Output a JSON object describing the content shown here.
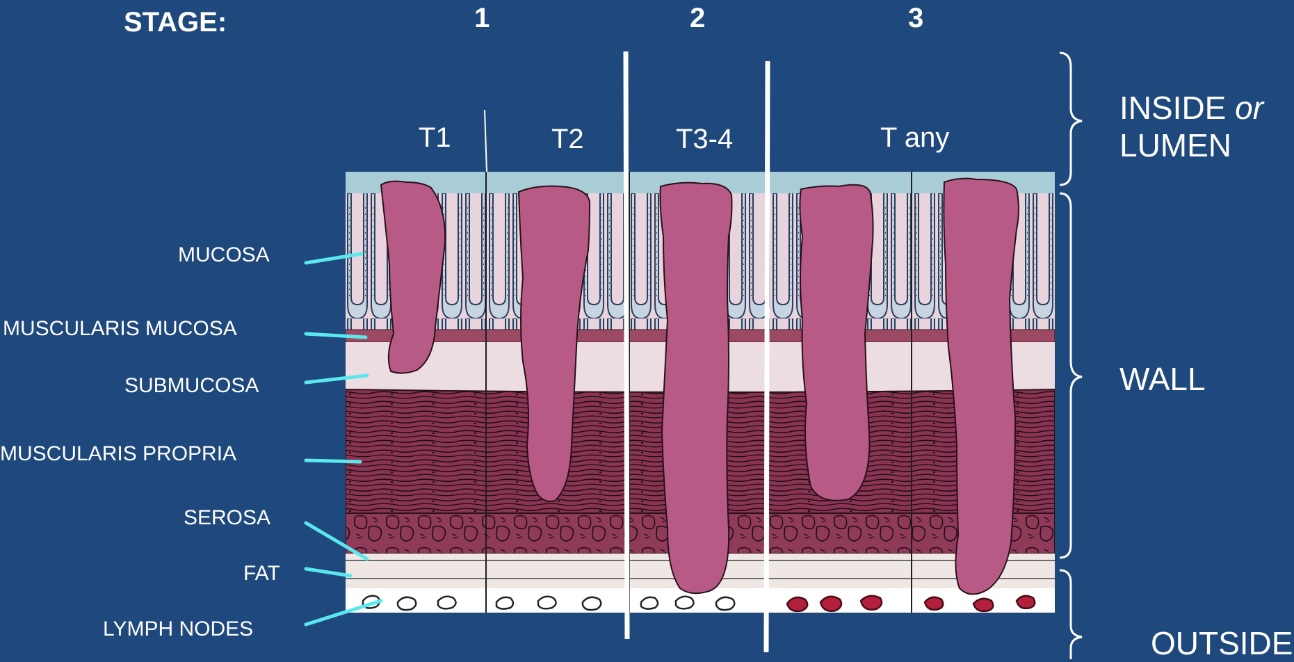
{
  "header": {
    "stage_label": "STAGE:",
    "stages": [
      "1",
      "2",
      "3"
    ]
  },
  "t_categories": [
    "T1",
    "T2",
    "T3-4",
    "T any"
  ],
  "regions": {
    "inside_line1": "INSIDE ",
    "inside_em": "or",
    "inside_line2": "LUMEN",
    "wall": "WALL",
    "outside": "OUTSIDE"
  },
  "layers": [
    "MUCOSA",
    "MUSCULARIS MUCOSA",
    "SUBMUCOSA",
    "MUSCULARIS PROPRIA",
    "SEROSA",
    "FAT",
    "LYMPH NODES"
  ],
  "colors": {
    "background": "#1f497d",
    "lumen": "#a9cdd6",
    "mucosa_bg": "#e8d4dc",
    "muscularis_mucosa": "#9c4a64",
    "submucosa": "#ecdde3",
    "muscularis_propria": "#8a3454",
    "serosa": "#8e3a58",
    "fat": "#efe7e3",
    "tumor": "#b85a86",
    "label_line": "#5ae8ef",
    "lymph_node_positive": "#b3203c"
  }
}
